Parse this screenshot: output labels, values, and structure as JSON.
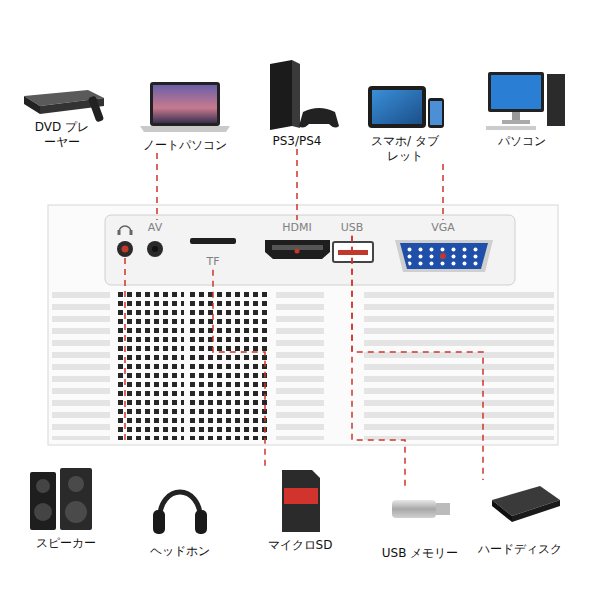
{
  "diagram": {
    "nodes": [
      {
        "text": [
          "DVD プレーヤー"
        ]
      },
      {
        "text": [
          "ノートパソコン"
        ]
      },
      {
        "text": [
          "PS3/PS4"
        ]
      },
      {
        "text": [
          "スマホ/ タブレット"
        ]
      },
      {
        "text": [
          "パソコン"
        ]
      },
      {
        "text": [
          "AV"
        ]
      },
      {
        "text": [
          "TF"
        ]
      },
      {
        "text": [
          "HDMI"
        ]
      },
      {
        "text": [
          "USB"
        ]
      },
      {
        "text": [
          "VGA"
        ]
      },
      {
        "text": [
          "スピーカー"
        ]
      },
      {
        "text": [
          "ヘッドホン"
        ]
      },
      {
        "text": [
          "マイクロSD"
        ]
      },
      {
        "text": [
          "USB メモリー"
        ]
      },
      {
        "text": [
          "ハードディスク"
        ]
      }
    ],
    "edges": [
      {
        "from": 1,
        "to": 5,
        "arrow": "none"
      },
      {
        "from": 2,
        "to": 7,
        "arrow": "none"
      },
      {
        "from": 3,
        "to": 9,
        "arrow": "none"
      },
      {
        "from": 6,
        "to": 12,
        "arrow": "none"
      },
      {
        "from": 8,
        "to": 13,
        "arrow": "none"
      },
      {
        "from": 8,
        "to": 14,
        "arrow": "none"
      }
    ]
  }
}
